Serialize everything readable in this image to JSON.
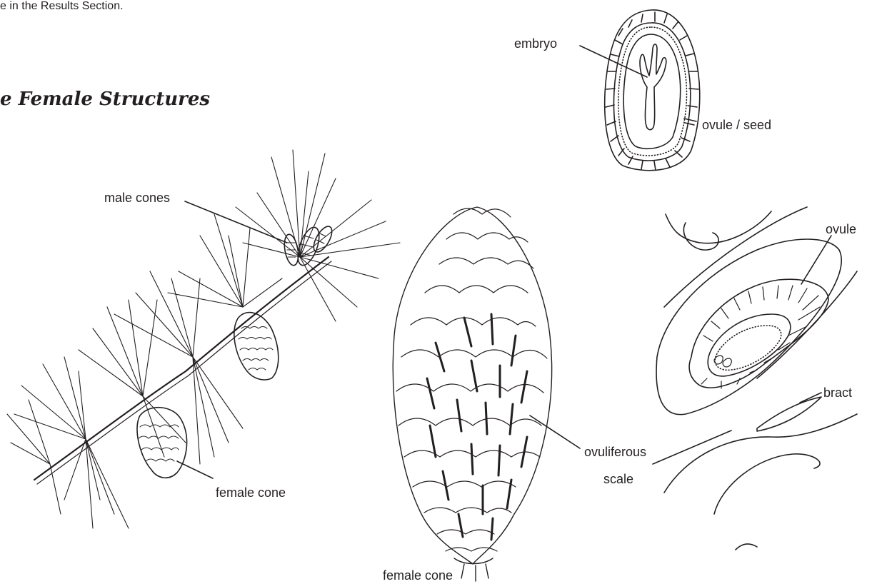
{
  "intro_text": "e in the Results Section.",
  "section_heading": "e Female Structures",
  "labels": {
    "embryo": "embryo",
    "ovule_seed": "ovule / seed",
    "male_cones": "male cones",
    "ovule": "ovule",
    "bract": "bract",
    "ovuliferous": "ovuliferous",
    "scale": "scale",
    "female_cone_branch": "female cone",
    "female_cone_bottom": "female cone"
  },
  "colors": {
    "ink": "#231f20",
    "background": "#ffffff"
  }
}
